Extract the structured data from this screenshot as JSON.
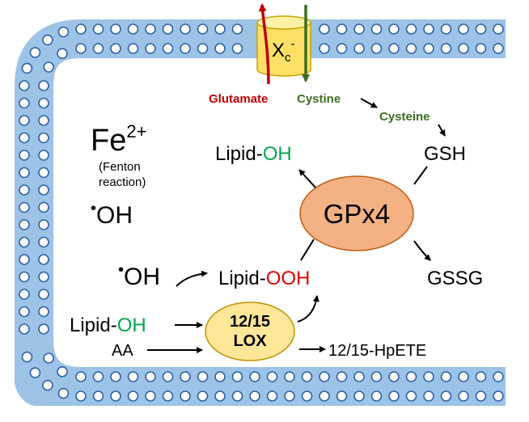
{
  "colors": {
    "membrane_fill": "#9dc3e6",
    "bead_stroke": "#2f63a8",
    "channel_fill": "#ffe066",
    "channel_stroke": "#c8a400",
    "gpx4_fill": "#f4b183",
    "gpx4_stroke": "#c55a11",
    "lox_fill": "#ffe699",
    "lox_stroke": "#bf9000",
    "glutamate": "#c00000",
    "cystine": "#3b6e22",
    "oh_green": "#00a64f",
    "ooh_red": "#e00000",
    "text": "#000000"
  },
  "transporter": {
    "main": "X",
    "sub": "c",
    "sup": "-"
  },
  "labels": {
    "glutamate": "Glutamate",
    "cystine": "Cystine",
    "cysteine": "Cysteine",
    "gsh": "GSH",
    "gssg": "GSSG",
    "gpx4": "GPx4",
    "lox_line1": "12/15",
    "lox_line2": "LOX",
    "hpete": "12/15-HpETE",
    "aa": "AA",
    "fe": "Fe",
    "fe_charge": "2+",
    "fenton_line1": "(Fenton",
    "fenton_line2": "reaction)",
    "radical_dot": "•",
    "oh_radical": "OH",
    "lipid_prefix": "Lipid-",
    "oh_suffix": "OH",
    "ooh_suffix": "OOH"
  }
}
